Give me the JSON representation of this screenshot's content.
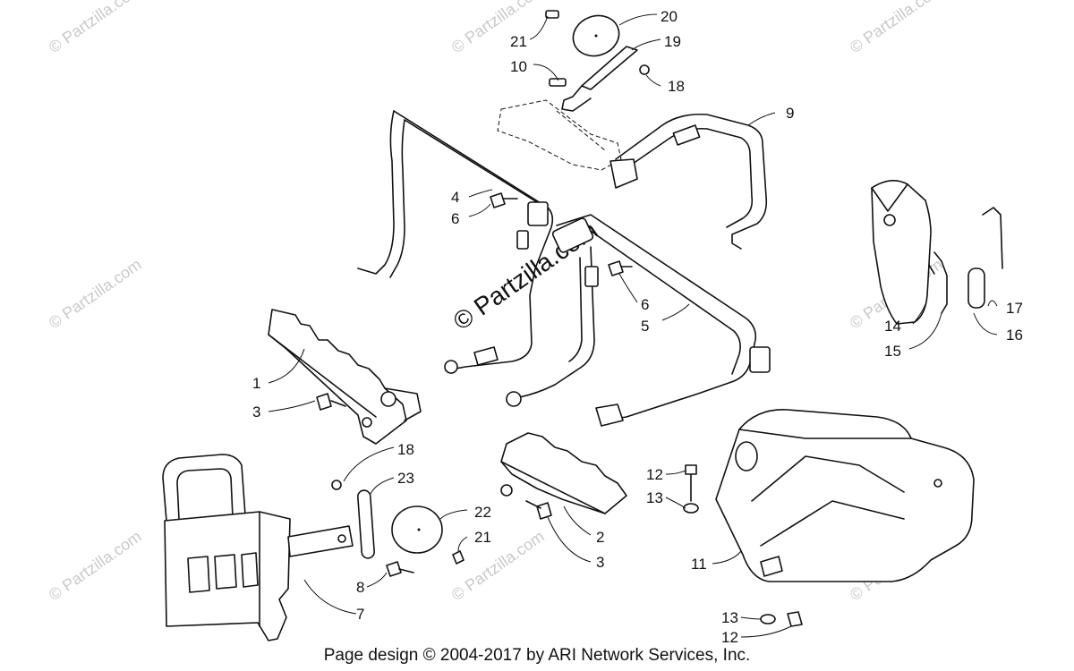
{
  "watermark": "© Partzilla.com",
  "footer": "Page design © 2004-2017 by ARI Network Services, Inc.",
  "callouts": {
    "c20": "20",
    "c21a": "21",
    "c19": "19",
    "c10": "10",
    "c18a": "18",
    "c9": "9",
    "c4": "4",
    "c6a": "6",
    "c6b": "6",
    "c5": "5",
    "c17": "17",
    "c14": "14",
    "c16": "16",
    "c15": "15",
    "c1": "1",
    "c3a": "3",
    "c18b": "18",
    "c23": "23",
    "c22": "22",
    "c21b": "21",
    "c2": "2",
    "c3b": "3",
    "c8": "8",
    "c7": "7",
    "c12a": "12",
    "c13a": "13",
    "c11": "11",
    "c13b": "13",
    "c12b": "12"
  }
}
